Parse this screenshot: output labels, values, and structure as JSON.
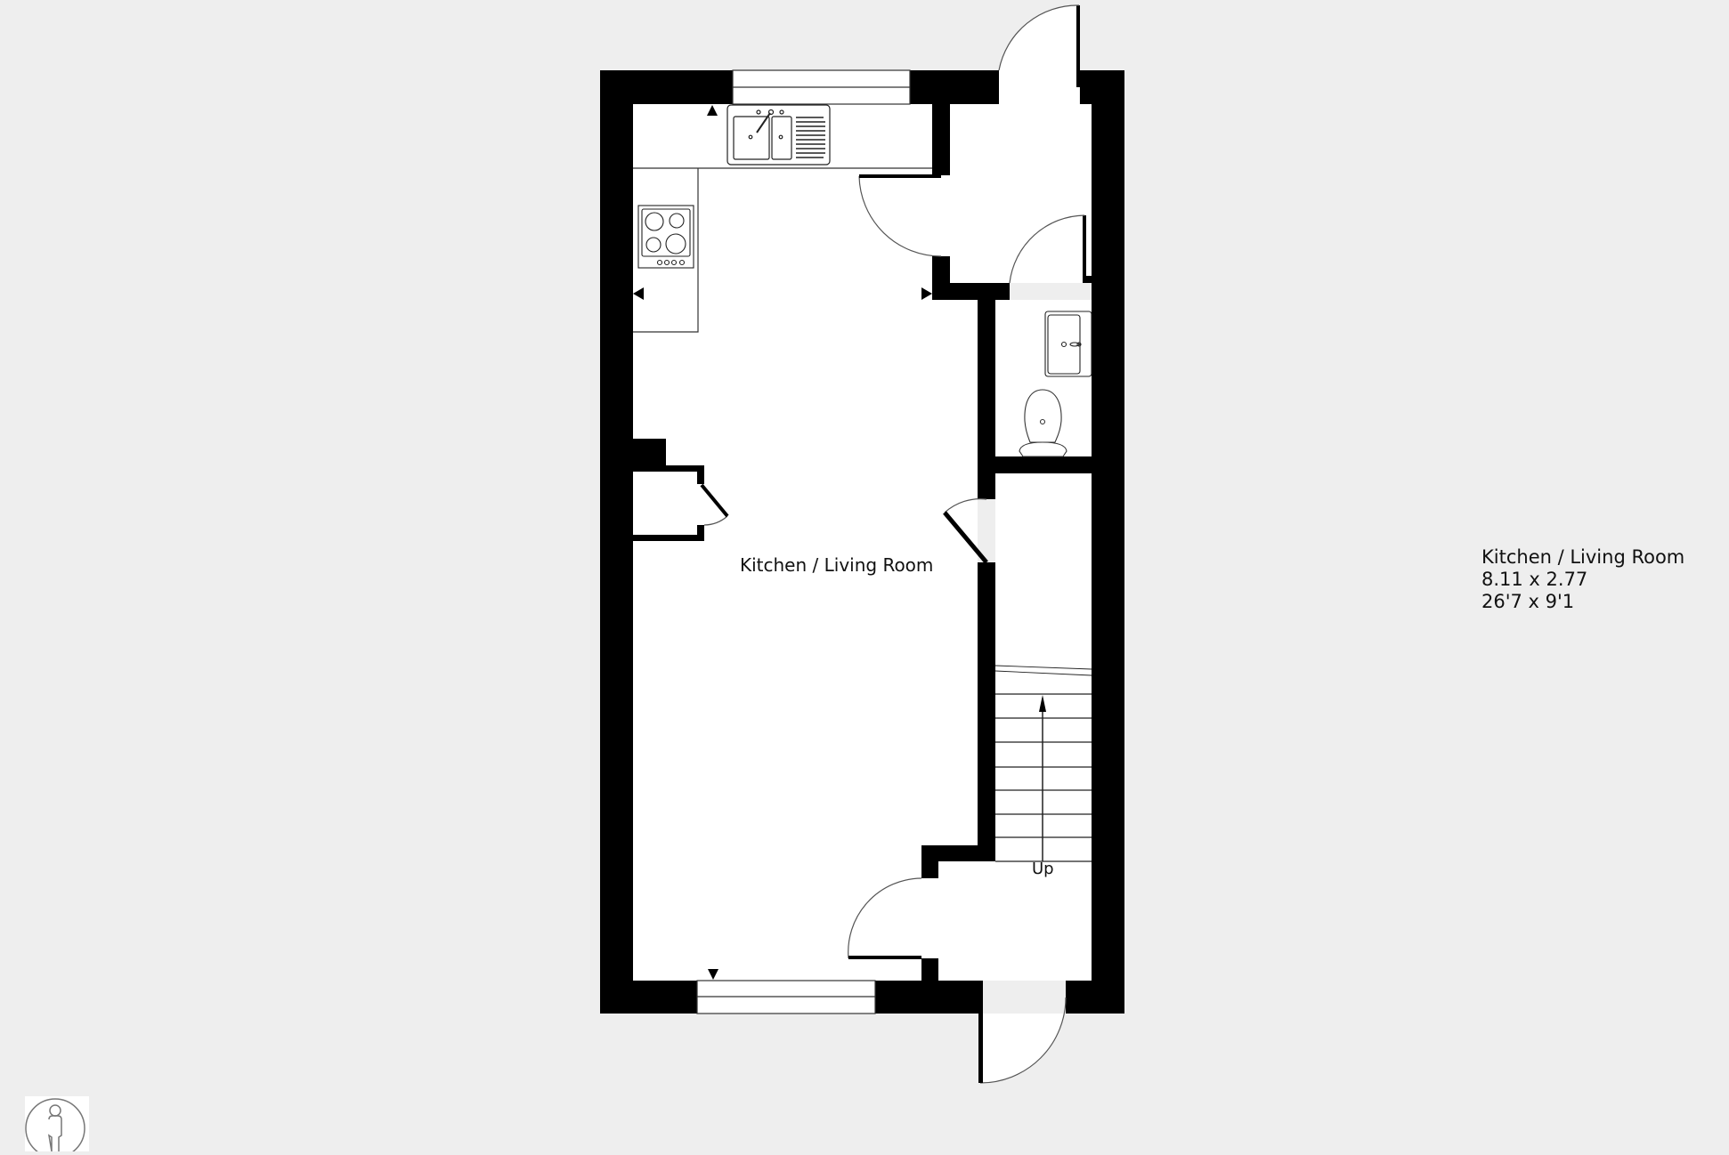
{
  "plan": {
    "room_label": "Kitchen / Living Room",
    "stairs_label": "Up"
  },
  "legend": {
    "room_name": "Kitchen / Living Room",
    "metric": "8.11 x 2.77",
    "imperial": "26'7 x 9'1"
  },
  "colors": {
    "background": "#eeeeee",
    "wall": "#000000",
    "floor": "#ffffff"
  },
  "icons": {
    "viewer": "person-icon"
  }
}
